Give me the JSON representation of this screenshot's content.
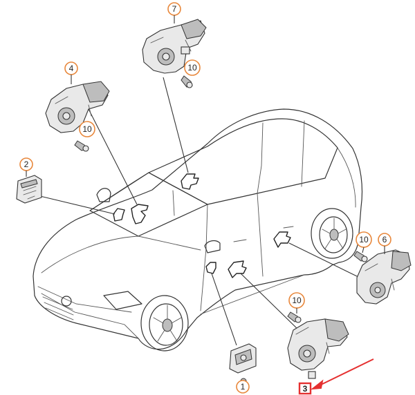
{
  "colors": {
    "callout_ring": "#e8873b",
    "highlight_box": "#e53030",
    "highlight_arrow": "#e53030",
    "line_art": "#333333"
  },
  "callouts": [
    {
      "id": "c1",
      "label": "1",
      "style": "circle"
    },
    {
      "id": "c2",
      "label": "2",
      "style": "circle"
    },
    {
      "id": "c3",
      "label": "3",
      "style": "highlighted-box"
    },
    {
      "id": "c4",
      "label": "4",
      "style": "circle"
    },
    {
      "id": "c6",
      "label": "6",
      "style": "circle"
    },
    {
      "id": "c7",
      "label": "7",
      "style": "circle"
    },
    {
      "id": "c10a",
      "label": "10",
      "style": "circle"
    },
    {
      "id": "c10b",
      "label": "10",
      "style": "circle"
    },
    {
      "id": "c10c",
      "label": "10",
      "style": "circle"
    },
    {
      "id": "c10d",
      "label": "10",
      "style": "circle"
    }
  ],
  "parts": [
    {
      "id": "switch-1",
      "icon": "window-switch"
    },
    {
      "id": "control-unit-2",
      "icon": "control-module"
    },
    {
      "id": "motor-3",
      "icon": "window-motor"
    },
    {
      "id": "motor-4",
      "icon": "window-motor"
    },
    {
      "id": "motor-6",
      "icon": "window-motor"
    },
    {
      "id": "motor-7",
      "icon": "window-motor"
    },
    {
      "id": "bolt",
      "icon": "bolt"
    }
  ]
}
